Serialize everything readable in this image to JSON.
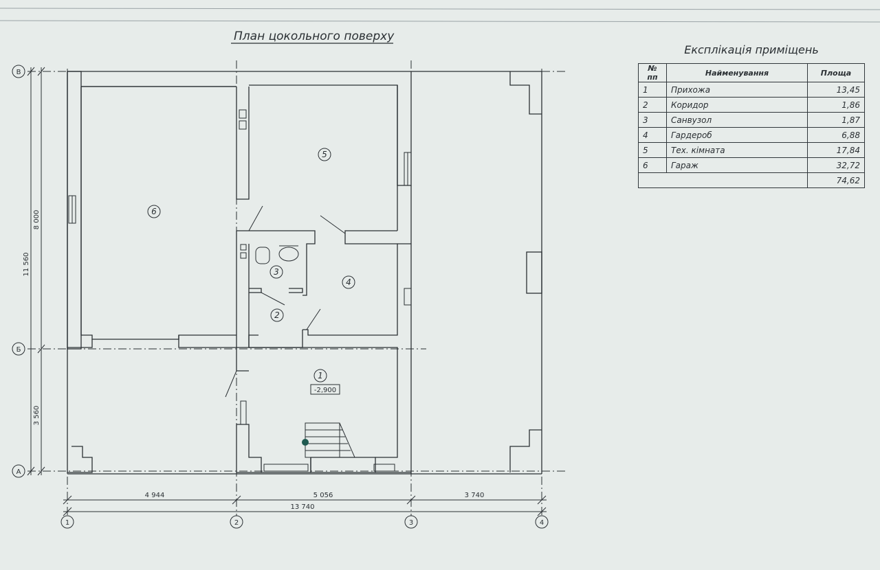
{
  "drawing": {
    "title": "План цокольного поверху",
    "axes_rows": [
      "В",
      "Б",
      "А"
    ],
    "axes_cols": [
      "1",
      "2",
      "3",
      "4"
    ],
    "dims_horizontal": [
      "4 944",
      "5 056",
      "3 740"
    ],
    "dim_total": "13 740",
    "dims_vertical": [
      "8 000",
      "3 560"
    ],
    "dim_vertical_total": "11 560",
    "level_mark": "-2,900",
    "room_labels": [
      "1",
      "2",
      "3",
      "4",
      "5",
      "6"
    ]
  },
  "explication": {
    "title": "Експлікація приміщень",
    "headers": [
      "№ пп",
      "Найменування",
      "Площа"
    ],
    "rows": [
      {
        "num": "1",
        "name": "Прихожа",
        "area": "13,45"
      },
      {
        "num": "2",
        "name": "Коридор",
        "area": "1,86"
      },
      {
        "num": "3",
        "name": "Санвузол",
        "area": "1,87"
      },
      {
        "num": "4",
        "name": "Гардероб",
        "area": "6,88"
      },
      {
        "num": "5",
        "name": "Тех. кімната",
        "area": "17,84"
      },
      {
        "num": "6",
        "name": "Гараж",
        "area": "32,72"
      }
    ],
    "total": "74,62"
  },
  "colors": {
    "ink": "#2a2f33",
    "paper": "#e7ecea",
    "marker": "#1f5a50"
  }
}
